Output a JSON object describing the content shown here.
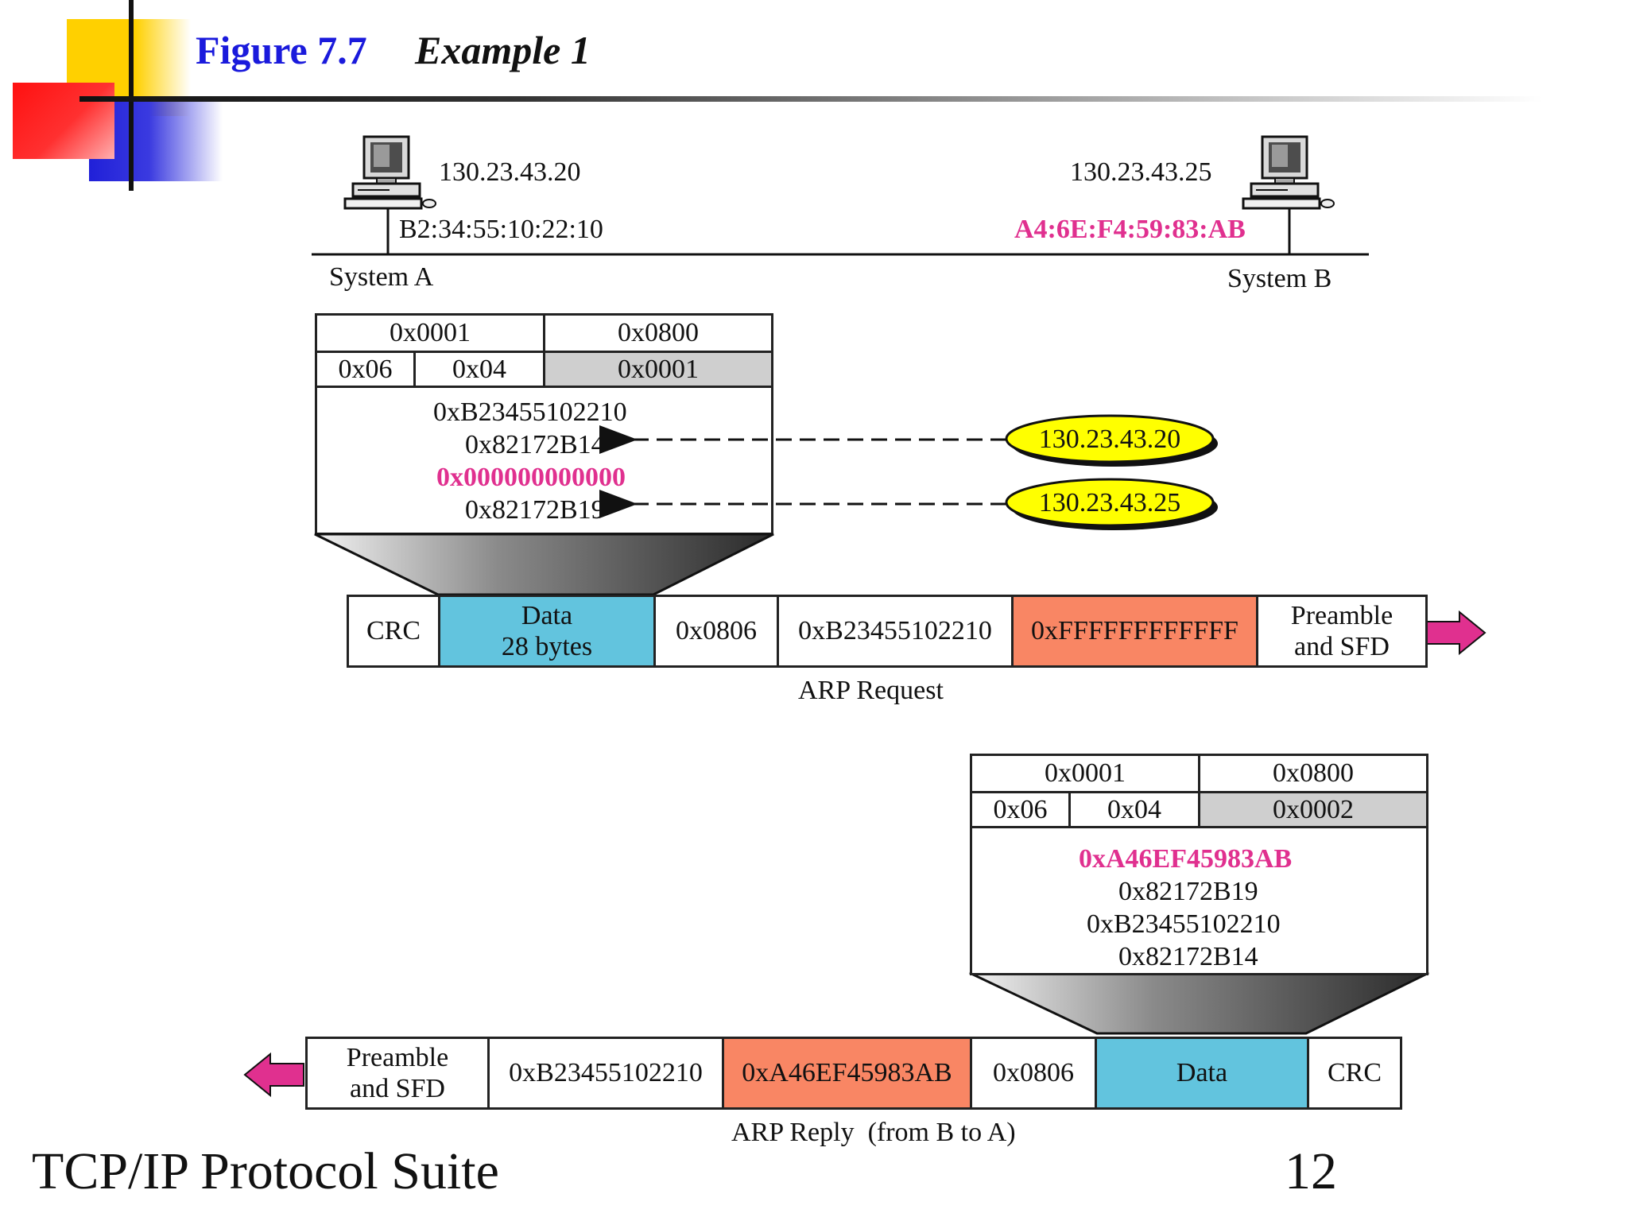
{
  "title": {
    "figure": "Figure 7.7",
    "name": "Example 1"
  },
  "systems": {
    "a": {
      "ip": "130.23.43.20",
      "mac": "B2:34:55:10:22:10",
      "label": "System A"
    },
    "b": {
      "ip": "130.23.43.25",
      "mac": "A4:6E:F4:59:83:AB",
      "label": "System B"
    }
  },
  "request_packet": {
    "hw_type": "0x0001",
    "proto_type": "0x0800",
    "hw_len": "0x06",
    "proto_len": "0x04",
    "operation": "0x0001",
    "sender_mac": "0xB23455102210",
    "sender_ip": "0x82172B14",
    "target_mac": "0x000000000000",
    "target_ip": "0x82172B19"
  },
  "callouts": {
    "sender_ip": "130.23.43.20",
    "target_ip": "130.23.43.25"
  },
  "request_frame": {
    "crc": "CRC",
    "data_line1": "Data",
    "data_line2": "28 bytes",
    "type": "0x0806",
    "source": "0xB23455102210",
    "dest": "0xFFFFFFFFFFFF",
    "preamble_line1": "Preamble",
    "preamble_line2": "and SFD",
    "caption": "ARP Request"
  },
  "reply_packet": {
    "hw_type": "0x0001",
    "proto_type": "0x0800",
    "hw_len": "0x06",
    "proto_len": "0x04",
    "operation": "0x0002",
    "sender_mac": "0xA46EF45983AB",
    "sender_ip": "0x82172B19",
    "target_mac": "0xB23455102210",
    "target_ip": "0x82172B14"
  },
  "reply_frame": {
    "preamble_line1": "Preamble",
    "preamble_line2": "and SFD",
    "dest": "0xB23455102210",
    "source": "0xA46EF45983AB",
    "type": "0x0806",
    "data": "Data",
    "crc": "CRC",
    "caption": "ARP Reply  (from B to A)"
  },
  "footer": {
    "left": "TCP/IP Protocol Suite",
    "page": "12"
  },
  "colors": {
    "title_blue": "#1a1adc",
    "mac_pink": "#e0308f",
    "data_blue": "#62c4de",
    "addr_orange": "#f98664",
    "callout_yellow": "#ffff00"
  }
}
